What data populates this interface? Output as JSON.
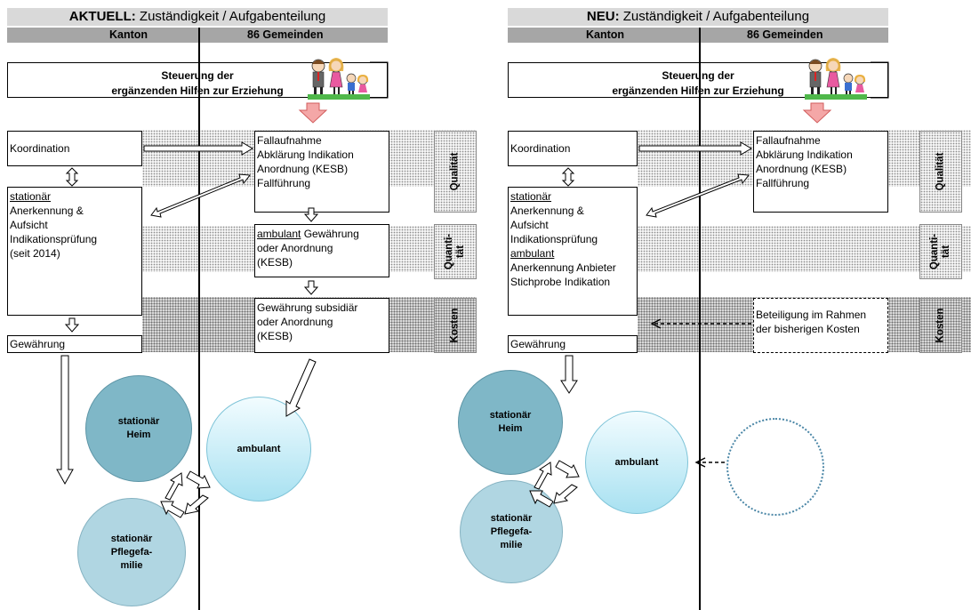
{
  "colors": {
    "header": "#d9d9d9",
    "subheader": "#a6a6a6",
    "heim": "#7fb7c7",
    "pflege": "#b0d6e2",
    "ambulant": "#a8e1f1",
    "arrow_red": "#f4a7a7"
  },
  "icons": [
    "family-icon",
    "pink-down-arrow-icon",
    "hollow-arrow-icon",
    "dashed-arrow-icon",
    "circular-arrows-icon"
  ],
  "panels": [
    {
      "title_bold": "AKTUELL:",
      "title_rest": " Zuständigkeit / Aufgabenteilung",
      "col_left": "Kanton",
      "col_right": "86 Gemeinden",
      "steuerung": [
        "Steuerung der",
        "ergänzenden Hilfen zur Erziehung"
      ],
      "koordination": "Koordination",
      "kanton_block": [
        "stationär",
        "Anerkennung &",
        "Aufsicht",
        "Indikationsprüfung",
        "(seit 2014)"
      ],
      "gewaehrung": "Gewährung",
      "fall": [
        "Fallaufnahme",
        "Abklärung Indikation",
        "Anordnung (KESB)",
        "Fallführung"
      ],
      "amb_gew": [
        "ambulant",
        " Gewährung",
        "oder Anordnung",
        "(KESB)"
      ],
      "subsidiaer": [
        "Gewährung subsidiär",
        "oder Anordnung",
        "(KESB)"
      ],
      "side": {
        "qualitaet": "Qualität",
        "quantitaet": [
          "Quanti-",
          "tät"
        ],
        "kosten": "Kosten"
      },
      "circles": {
        "heim": [
          "stationär",
          "Heim"
        ],
        "pflege": [
          "stationär",
          "Pflegefa-",
          "milie"
        ],
        "ambulant": "ambulant"
      }
    },
    {
      "title_bold": "NEU:",
      "title_rest": " Zuständigkeit / Aufgabenteilung",
      "col_left": "Kanton",
      "col_right": "86 Gemeinden",
      "steuerung": [
        "Steuerung der",
        "ergänzenden Hilfen zur Erziehung"
      ],
      "koordination": "Koordination",
      "kanton_block": [
        "stationär",
        "Anerkennung &",
        "Aufsicht",
        "Indikationsprüfung",
        "ambulant",
        "Anerkennung Anbieter",
        "Stichprobe Indikation"
      ],
      "gewaehrung": "Gewährung",
      "fall": [
        "Fallaufnahme",
        "Abklärung Indikation",
        "Anordnung (KESB)",
        "Fallführung"
      ],
      "beteiligung": [
        "Beteiligung im Rahmen",
        "der bisherigen Kosten"
      ],
      "side": {
        "qualitaet": "Qualität",
        "quantitaet": [
          "Quanti-",
          "tät"
        ],
        "kosten": "Kosten"
      },
      "circles": {
        "heim": [
          "stationär",
          "Heim"
        ],
        "pflege": [
          "stationär",
          "Pflegefa-",
          "milie"
        ],
        "ambulant": "ambulant"
      }
    }
  ]
}
